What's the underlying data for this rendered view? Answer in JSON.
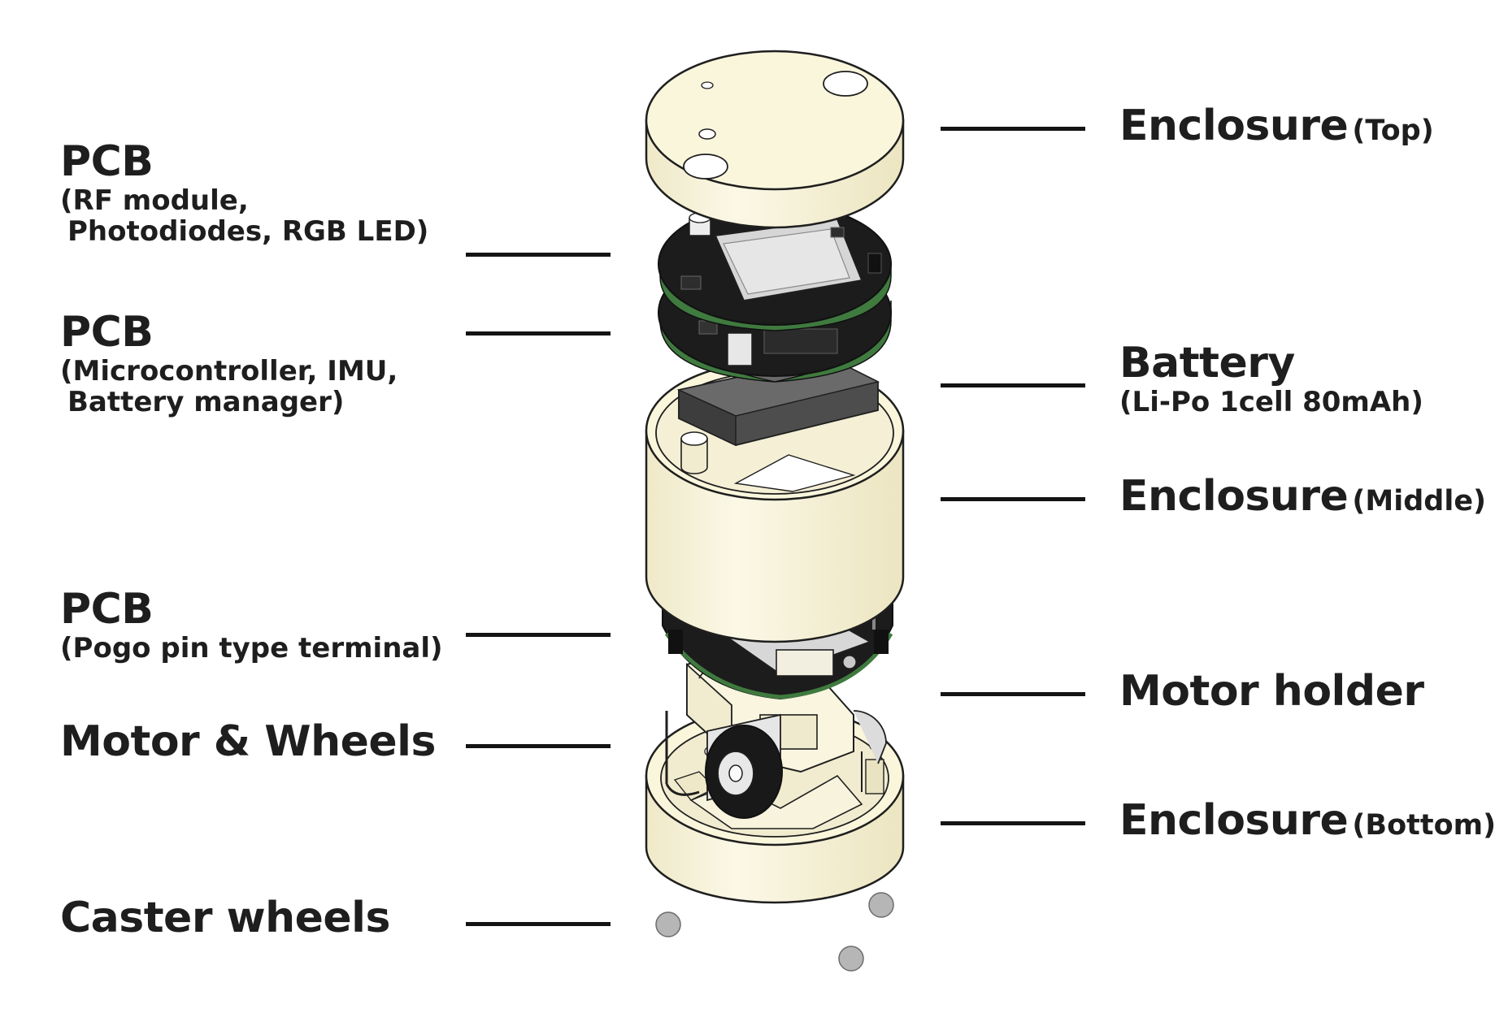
{
  "colors": {
    "enclosure_fill": "#faf6dc",
    "enclosure_shade": "#ece6c2",
    "outline": "#1f1f1f",
    "pcb": "#1c1c1c",
    "pcb_edge": "#3f7a3f",
    "battery": "#4d4d4d",
    "module": "#d6d6d6",
    "caster": "#b6b6b6",
    "text": "#1e1e1e"
  },
  "labels": {
    "pcb_top": {
      "title": "PCB",
      "line1": "(RF module,",
      "line2": "Photodiodes, RGB LED)"
    },
    "pcb_mid": {
      "title": "PCB",
      "line1": "(Microcontroller, IMU,",
      "line2": "Battery manager)"
    },
    "pcb_bottom": {
      "title": "PCB",
      "line1": "(Pogo pin type terminal)"
    },
    "motor_wheels": {
      "title": "Motor & Wheels"
    },
    "caster_wheels": {
      "title": "Caster wheels"
    },
    "enclosure_top": {
      "title": "Enclosure",
      "sub": "(Top)"
    },
    "battery": {
      "title": "Battery",
      "sub": "(Li-Po 1cell 80mAh)"
    },
    "enclosure_middle": {
      "title": "Enclosure",
      "sub": "(Middle)"
    },
    "motor_holder": {
      "title": "Motor holder"
    },
    "enclosure_bottom": {
      "title": "Enclosure",
      "sub": "(Bottom)"
    }
  }
}
